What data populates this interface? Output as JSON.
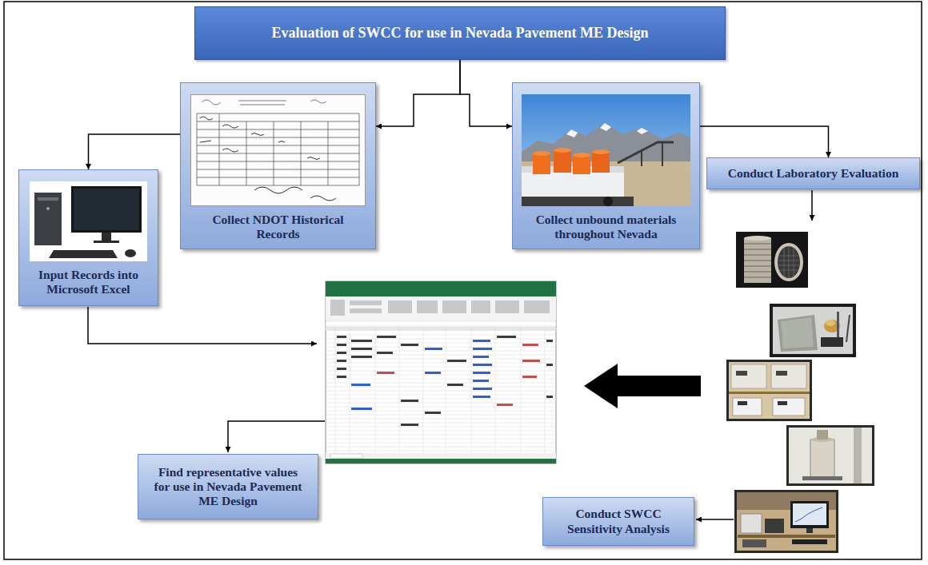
{
  "diagram": {
    "nodes": [
      {
        "text": [
          "Evaluation of SWCC for use in Nevada Pavement ME Design"
        ]
      },
      {
        "text": [
          "Collect NDOT Historical Records"
        ]
      },
      {
        "text": [
          "Collect unbound materials throughout Nevada"
        ]
      },
      {
        "text": [
          "Input Records into Microsoft Excel"
        ]
      },
      {
        "text": [
          "Conduct Laboratory Evaluation"
        ]
      },
      {
        "text": [
          "Find representative values for use in Nevada Pavement ME Design"
        ]
      },
      {
        "text": [
          "Conduct SWCC Sensitivity Analysis"
        ]
      }
    ],
    "edges": [
      {
        "from": 0,
        "to": 1,
        "arrow": "to"
      },
      {
        "from": 0,
        "to": 2,
        "arrow": "to"
      },
      {
        "from": 1,
        "to": 3,
        "arrow": "to"
      },
      {
        "from": 2,
        "to": 4,
        "arrow": "to"
      }
    ]
  }
}
